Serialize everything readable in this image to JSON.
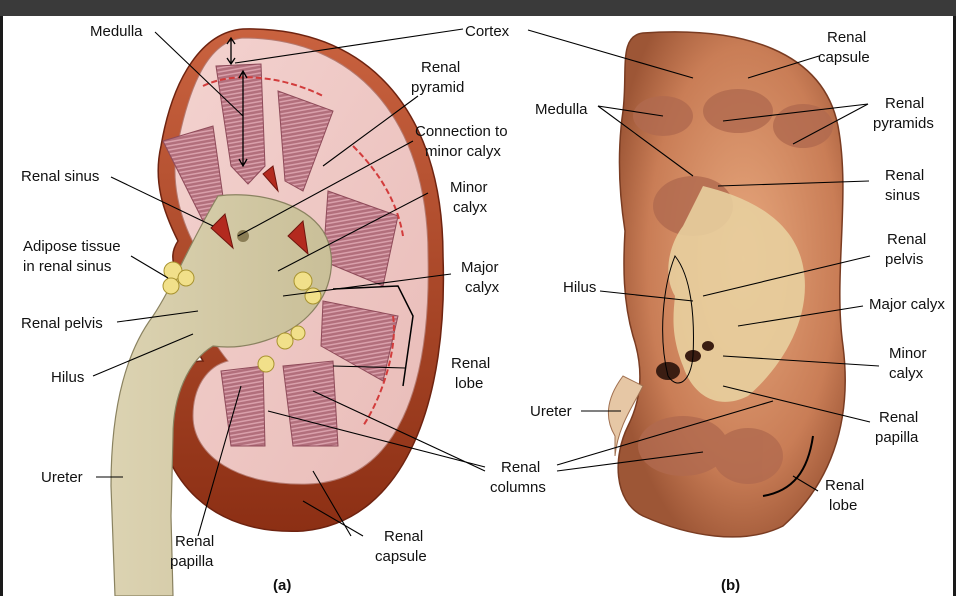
{
  "labels_a": {
    "medulla": "Medulla",
    "cortex": "Cortex",
    "renal_pyramid_1": "Renal",
    "renal_pyramid_2": "pyramid",
    "connection_1": "Connection to",
    "connection_2": "minor calyx",
    "renal_sinus": "Renal sinus",
    "minor_calyx_1": "Minor",
    "minor_calyx_2": "calyx",
    "adipose_1": "Adipose tissue",
    "adipose_2": "in renal sinus",
    "major_calyx_1": "Major",
    "major_calyx_2": "calyx",
    "renal_pelvis": "Renal pelvis",
    "renal_lobe_1": "Renal",
    "renal_lobe_2": "lobe",
    "hilus": "Hilus",
    "ureter": "Ureter",
    "renal_papilla_1": "Renal",
    "renal_papilla_2": "papilla",
    "renal_capsule_1": "Renal",
    "renal_capsule_2": "capsule",
    "panel": "(a)"
  },
  "labels_shared": {
    "renal_columns_1": "Renal",
    "renal_columns_2": "columns"
  },
  "labels_b": {
    "renal_capsule_1": "Renal",
    "renal_capsule_2": "capsule",
    "medulla": "Medulla",
    "renal_pyramids_1": "Renal",
    "renal_pyramids_2": "pyramids",
    "renal_sinus_1": "Renal",
    "renal_sinus_2": "sinus",
    "renal_pelvis_1": "Renal",
    "renal_pelvis_2": "pelvis",
    "hilus": "Hilus",
    "major_calyx": "Major calyx",
    "minor_calyx_1": "Minor",
    "minor_calyx_2": "calyx",
    "ureter": "Ureter",
    "renal_papilla_1": "Renal",
    "renal_papilla_2": "papilla",
    "renal_lobe_1": "Renal",
    "renal_lobe_2": "lobe",
    "panel": "(b)"
  }
}
